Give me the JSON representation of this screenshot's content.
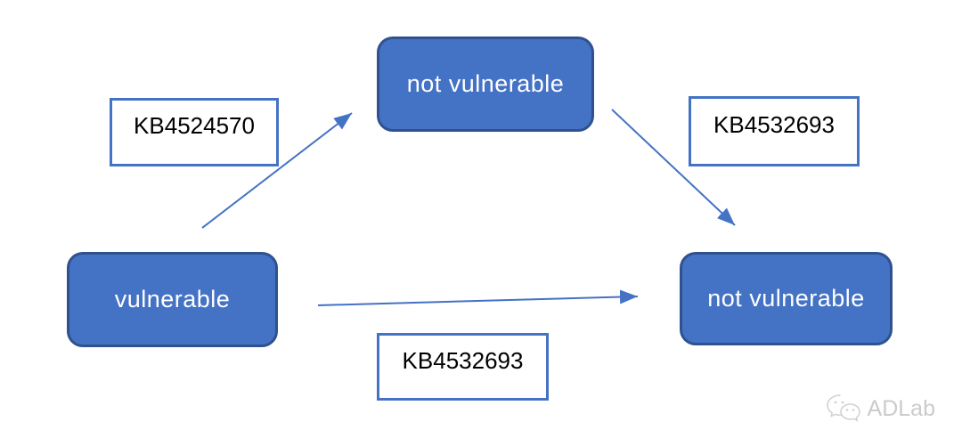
{
  "diagram": {
    "nodes": [
      {
        "id": "vulnerable",
        "label": "vulnerable"
      },
      {
        "id": "not-vulnerable-top",
        "label": "not vulnerable"
      },
      {
        "id": "not-vulnerable-right",
        "label": "not vulnerable"
      }
    ],
    "edges": [
      {
        "from": "vulnerable",
        "to": "not-vulnerable-top",
        "label": "KB4524570"
      },
      {
        "from": "not-vulnerable-top",
        "to": "not-vulnerable-right",
        "label": "KB4532693"
      },
      {
        "from": "vulnerable",
        "to": "not-vulnerable-right",
        "label": "KB4532693"
      }
    ],
    "colors": {
      "node_fill": "#4472C4",
      "node_border": "#2F528F",
      "node_text": "#FFFFFF",
      "label_border": "#4472C4",
      "label_fill": "#FFFFFF",
      "label_text": "#000000",
      "arrow": "#4472C4"
    }
  },
  "watermark": {
    "icon": "wechat-icon",
    "text": "ADLab",
    "color": "#CBCBCB"
  }
}
